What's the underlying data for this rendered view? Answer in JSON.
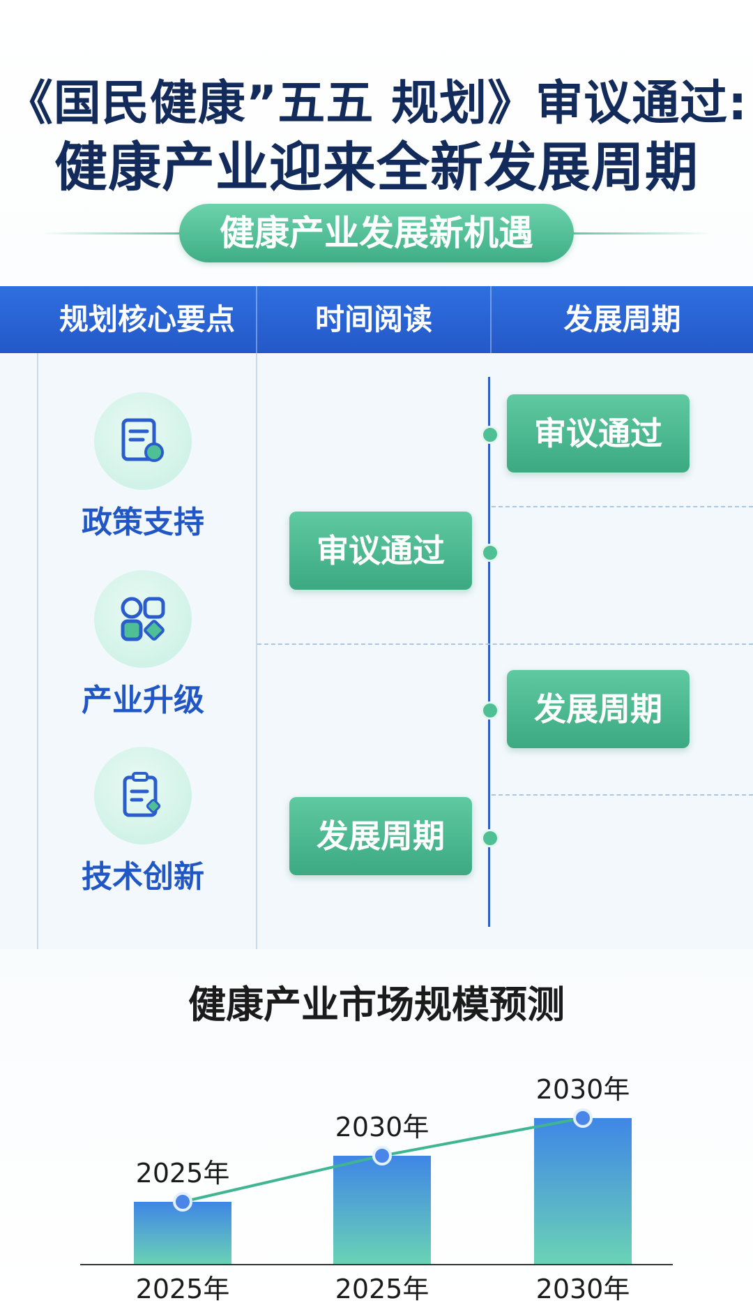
{
  "header": {
    "title_line1": "《国民健康”五五  规划》审议通过:",
    "title_line2": "健康产业迎来全新发展周期",
    "section_pill": "健康产业发展新机遇"
  },
  "table": {
    "columns": [
      "规划核心要点",
      "时间阅读",
      "发展周期"
    ],
    "features": [
      {
        "label": "政策支持",
        "icon": "document-icon"
      },
      {
        "label": "产业升级",
        "icon": "blocks-icon"
      },
      {
        "label": "技术创新",
        "icon": "clipboard-icon"
      }
    ],
    "timeline": {
      "left_tags": [
        "审议通过",
        "发展周期"
      ],
      "right_tags": [
        "审议通过",
        "发展周期"
      ]
    },
    "colors": {
      "header_blue": "#2458c8",
      "tag_green": "#3ca982",
      "label_blue": "#2057c4"
    }
  },
  "chart_data": {
    "type": "bar",
    "title": "健康产业市场规模预测",
    "categories": [
      "2025年",
      "2025年",
      "2030年"
    ],
    "values": [
      30,
      52,
      70
    ],
    "data_labels": [
      "2025年",
      "2030年",
      "2030年"
    ],
    "ylim": [
      0,
      100
    ],
    "grid": false,
    "trend_line": true,
    "colors": {
      "bar_top": "#3f86e6",
      "bar_bottom": "#6ad3b4",
      "line": "#3fb592",
      "marker": "#4a86e8"
    }
  }
}
